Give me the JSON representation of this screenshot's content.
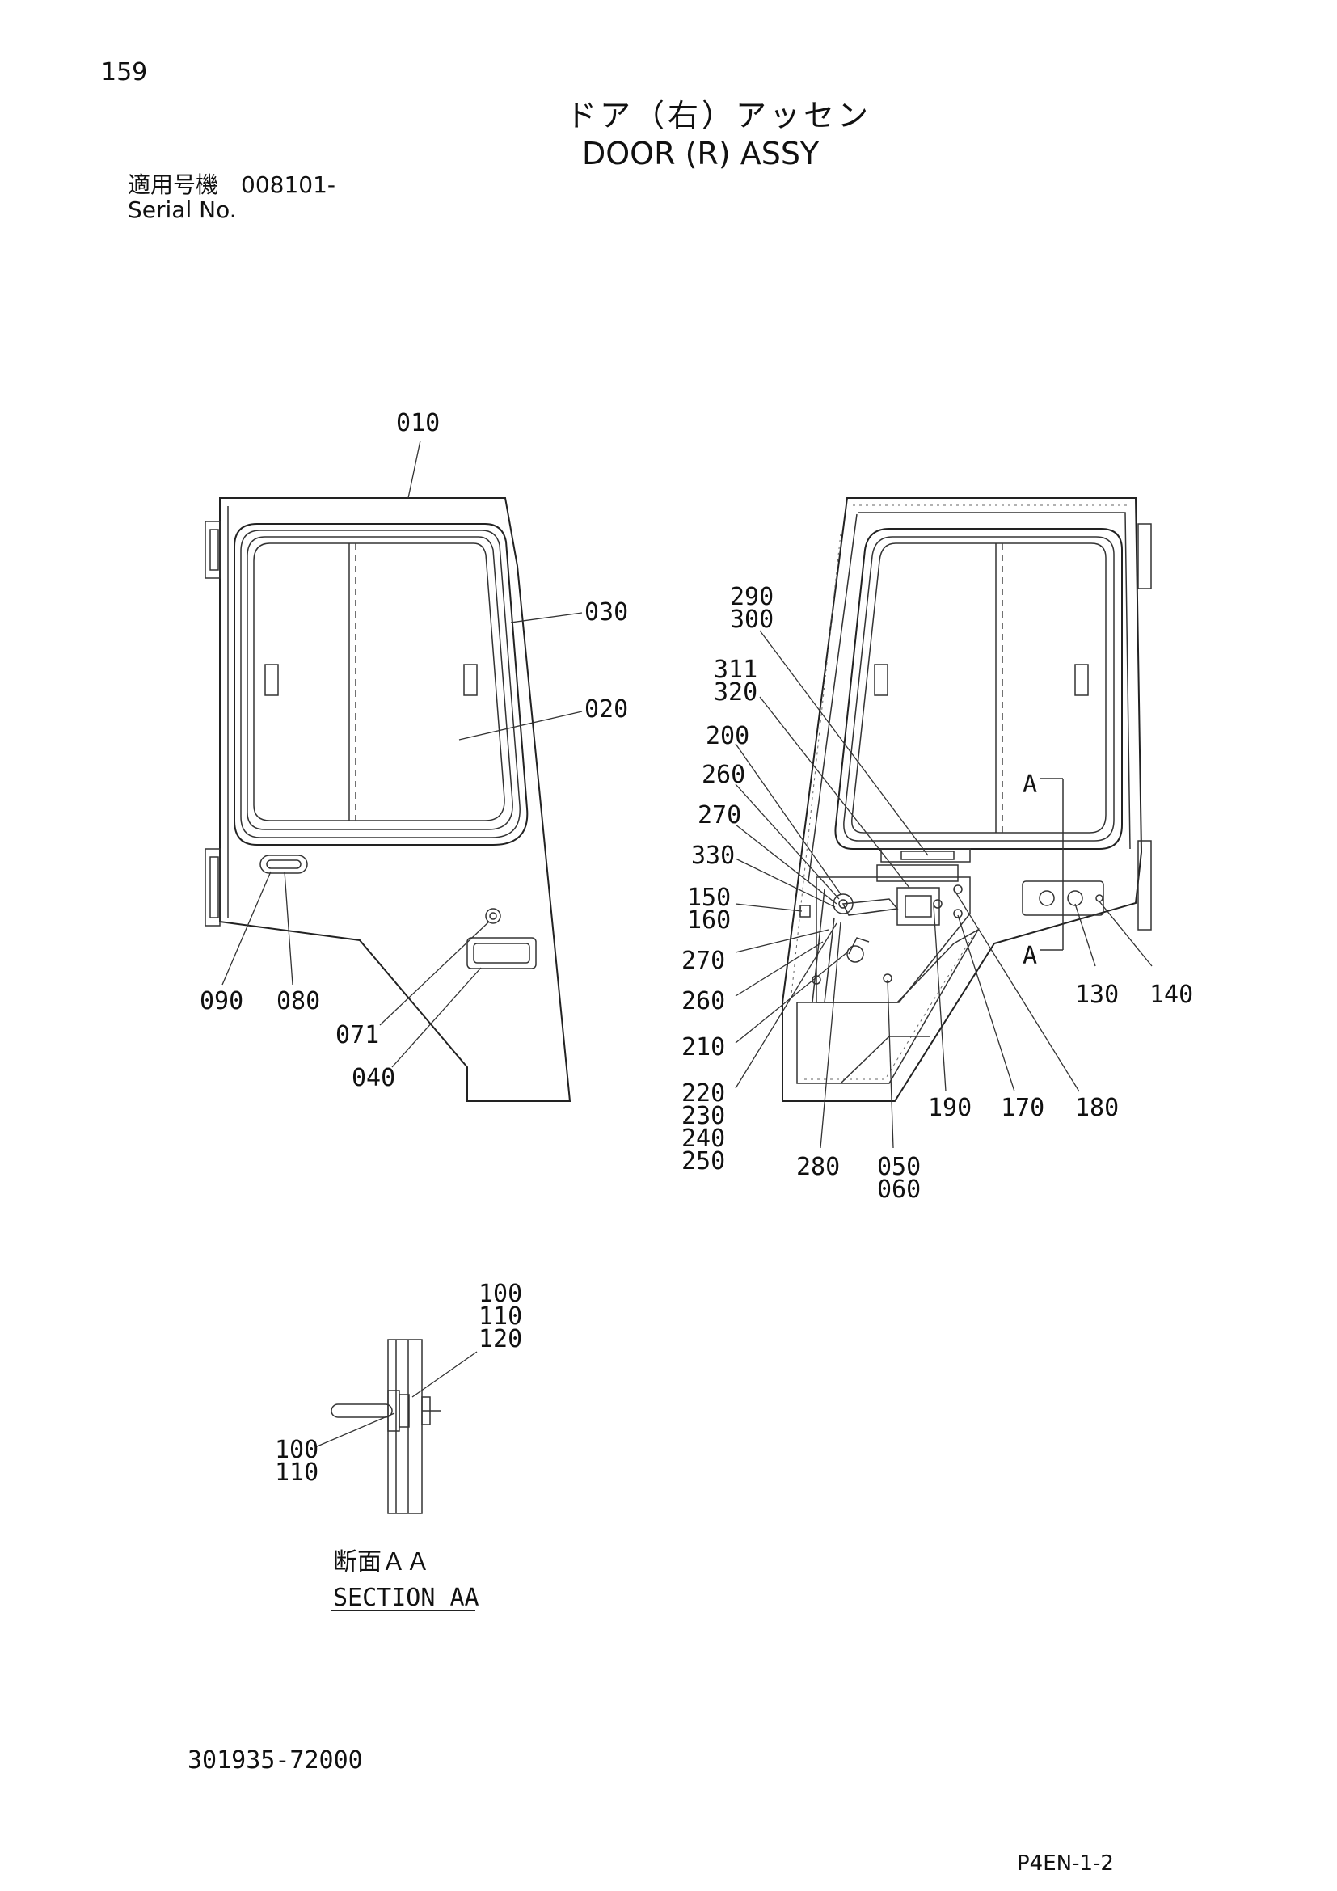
{
  "page": {
    "number": "159",
    "title_jp": "ドア（右）アッセン",
    "title_en": "DOOR (R) ASSY",
    "serial_label_jp": "適用号機　008101-",
    "serial_label_en": "Serial No.",
    "drawing_number": "301935-72000",
    "reference": "P4EN-1-2"
  },
  "callouts": {
    "left_view": [
      "010",
      "030",
      "020",
      "090",
      "080",
      "071",
      "040"
    ],
    "right_view": [
      "290",
      "300",
      "311",
      "320",
      "200",
      "260",
      "270",
      "330",
      "150",
      "160",
      "270",
      "260",
      "210",
      "220",
      "230",
      "240",
      "250",
      "280",
      "050",
      "060",
      "190",
      "170",
      "180",
      "130",
      "140"
    ],
    "section_markers": [
      "A",
      "A"
    ],
    "section_view": [
      "100",
      "110",
      "120",
      "100",
      "110"
    ]
  },
  "section": {
    "label_jp": "断面ＡＡ",
    "label_en": "SECTION AA"
  }
}
